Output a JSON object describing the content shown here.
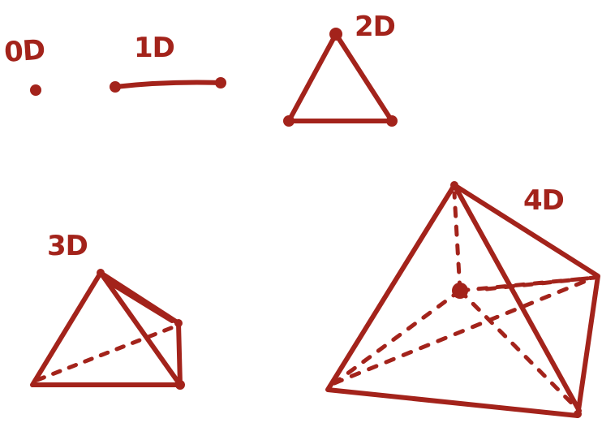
{
  "labels": {
    "d0": "0D",
    "d1": "1D",
    "d2": "2D",
    "d3": "3D",
    "d4": "4D"
  },
  "colors": {
    "ink": "#a3231b",
    "background": "#ffffff"
  }
}
